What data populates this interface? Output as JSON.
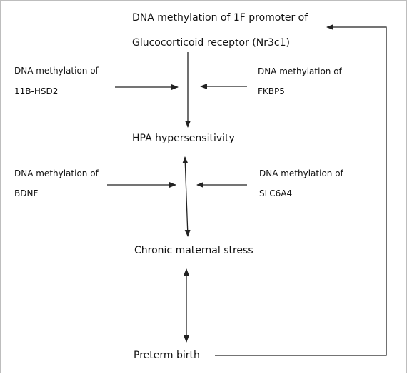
{
  "nodes": {
    "nr3c1": {
      "line1": "DNA methylation of 1F promoter of",
      "line2": "Glucocorticoid receptor (Nr3c1)"
    },
    "hsd2": {
      "line1": "DNA methylation of",
      "line2": "11B-HSD2"
    },
    "fkbp5": {
      "line1": "DNA methylation of",
      "line2": "FKBP5"
    },
    "hpa": {
      "label": "HPA hypersensitivity"
    },
    "bdnf": {
      "line1": "DNA methylation of",
      "line2": "BDNF"
    },
    "slc6a4": {
      "line1": "DNA methylation of",
      "line2": "SLC6A4"
    },
    "stress": {
      "label": "Chronic maternal stress"
    },
    "preterm": {
      "label": "Preterm birth"
    }
  },
  "colors": {
    "line": "#222222",
    "border": "#bdbdbd"
  }
}
